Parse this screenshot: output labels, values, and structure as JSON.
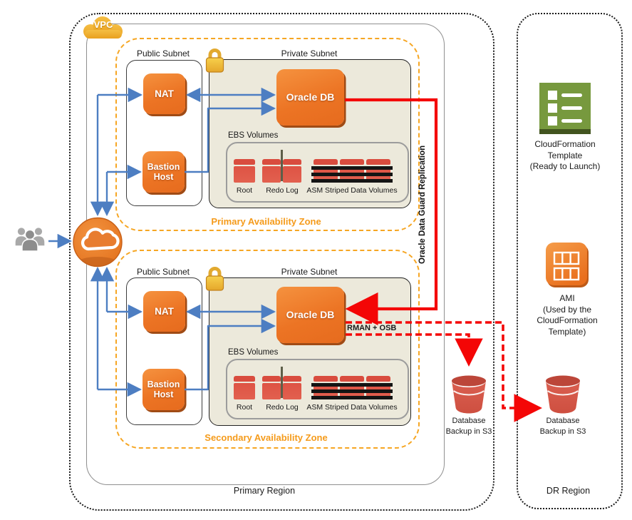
{
  "colors": {
    "aws_orange": "#EC7424",
    "az_orange": "#F6A623",
    "arrow_blue": "#4D7EC2",
    "replication_red": "#F40606",
    "subnet_beige": "#ECE9DB",
    "cloudformation_green": "#77993E",
    "volume_red": "#DE5344",
    "bucket_red": "#D5594A",
    "lock_gold": "#F2C53F",
    "users_gray": "#9A9A9A"
  },
  "regions": {
    "primary": {
      "label": "Primary Region"
    },
    "dr": {
      "label": "DR Region"
    }
  },
  "vpc": {
    "badge_label": "VPC"
  },
  "zones": {
    "primary": {
      "label": "Primary Availability Zone",
      "public_subnet_label": "Public Subnet",
      "private_subnet_label": "Private Subnet",
      "nat_label": "NAT",
      "bastion_label": "Bastion Host",
      "oracle_label": "Oracle DB",
      "ebs_label": "EBS Volumes",
      "volume_root_label": "Root",
      "volume_redo_label": "Redo Log",
      "volume_asm_label": "ASM Striped Data Volumes"
    },
    "secondary": {
      "label": "Secondary Availability Zone",
      "public_subnet_label": "Public Subnet",
      "private_subnet_label": "Private Subnet",
      "nat_label": "NAT",
      "bastion_label": "Bastion Host",
      "oracle_label": "Oracle DB",
      "ebs_label": "EBS Volumes",
      "volume_root_label": "Root",
      "volume_redo_label": "Redo Log",
      "volume_asm_label": "ASM Striped Data Volumes"
    }
  },
  "connections": {
    "data_guard_label": "Oracle Data Guard Replication",
    "rman_label": "RMAN + OSB"
  },
  "s3": {
    "primary": {
      "line1": "Database",
      "line2": "Backup in S3"
    },
    "dr": {
      "line1": "Database",
      "line2": "Backup in S3"
    }
  },
  "dr_items": {
    "cloudformation": {
      "line1": "CloudFormation",
      "line2": "Template",
      "line3": "(Ready to Launch)"
    },
    "ami": {
      "line1": "AMI",
      "line2": "(Used by the",
      "line3": "CloudFormation",
      "line4": "Template)"
    }
  }
}
